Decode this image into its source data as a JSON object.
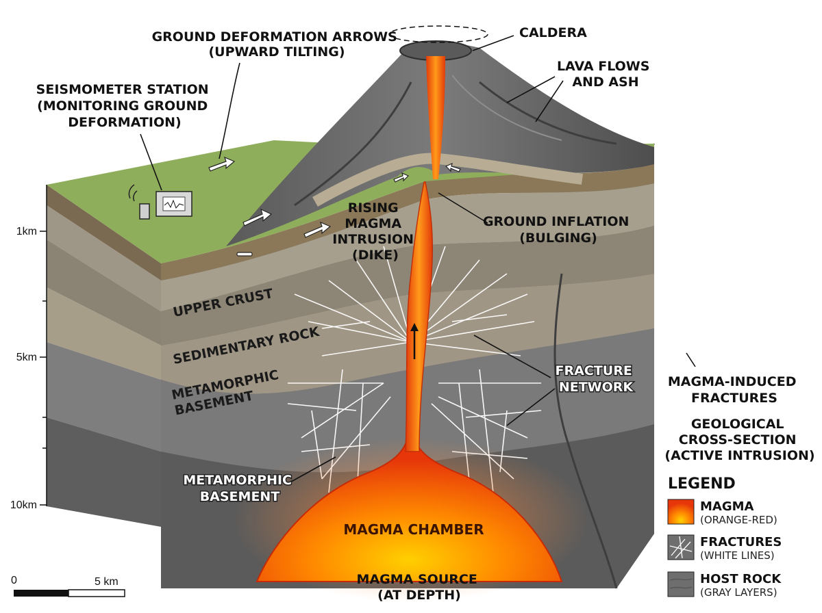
{
  "labels": {
    "deformation_arrows": [
      "GROUND DEFORMATION ARROWS",
      "(UPWARD TILTING)"
    ],
    "caldera": "CALDERA",
    "lava_flows": [
      "LAVA FLOWS",
      "AND ASH"
    ],
    "seismometer": [
      "SEISMOMETER STATION",
      "(MONITORING GROUND",
      "DEFORMATION)"
    ],
    "rising_magma": [
      "RISING",
      "MAGMA",
      "INTRUSION",
      "(DIKE)"
    ],
    "ground_inflation": [
      "GROUND INFLATION",
      "(BULGING)"
    ],
    "upper_crust": "UPPER CRUST",
    "sedimentary": "SEDIMENTARY ROCK",
    "metamorphic_upper": [
      "METAMORPHIC",
      "BASEMENT"
    ],
    "metamorphic_lower": [
      "METAMORPHIC",
      "BASEMENT"
    ],
    "fracture_network": [
      "FRACTURE",
      "NETWORK"
    ],
    "magma_chamber": "MAGMA CHAMBER",
    "magma_source": [
      "MAGMA SOURCE",
      "(AT DEPTH)"
    ],
    "magma_induced": [
      "MAGMA-INDUCED",
      "FRACTURES"
    ],
    "cross_section": [
      "GEOLOGICAL",
      "CROSS-SECTION",
      "(ACTIVE INTRUSION)"
    ]
  },
  "depth_scale": [
    "1km",
    "5km",
    "10km"
  ],
  "scale_bar": {
    "start": "0",
    "end": "5 km"
  },
  "legend": {
    "title": "LEGEND",
    "items": [
      {
        "main": "MAGMA",
        "sub": "(ORANGE-RED)"
      },
      {
        "main": "FRACTURES",
        "sub": "(WHITE LINES)"
      },
      {
        "main": "HOST ROCK",
        "sub": "(GRAY LAYERS)"
      }
    ]
  },
  "colors": {
    "magma": "#ff5a0a",
    "magma_core": "#ffb000",
    "grass": "#8fae5c",
    "host_rock": "#6e6e6e",
    "fractures": "#ffffff"
  }
}
